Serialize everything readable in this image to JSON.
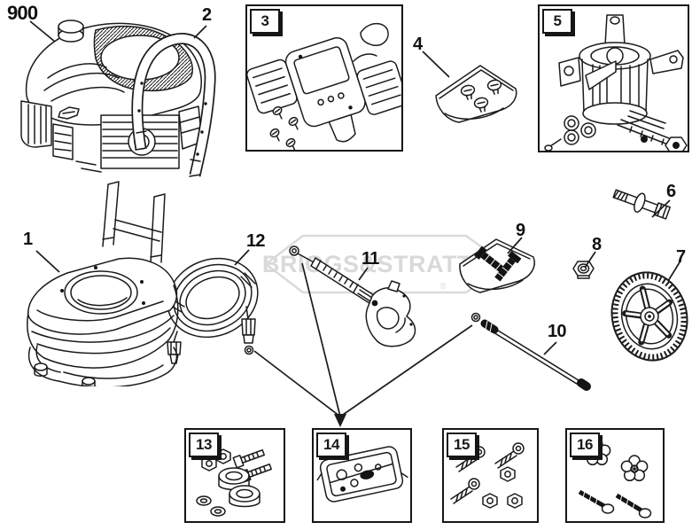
{
  "diagram": {
    "background": "#ffffff",
    "line_color": "#1b1b1b",
    "watermark": {
      "text": "BRIGGS&STRATTON",
      "registered": "®",
      "color": "#d9d9d9"
    },
    "callouts": {
      "engine": "900",
      "frame": "1",
      "handle": "2",
      "panel_kit": "3",
      "fastener_bag": "4",
      "pump": "5",
      "axle_bolt": "6",
      "wheel": "7",
      "nut": "8",
      "bolt_bag": "9",
      "axle_rod": "10",
      "spray_gun": "11",
      "hose": "12",
      "foot_kit": "13",
      "plate_kit": "14",
      "screw_kit": "15",
      "knob_kit": "16"
    }
  }
}
